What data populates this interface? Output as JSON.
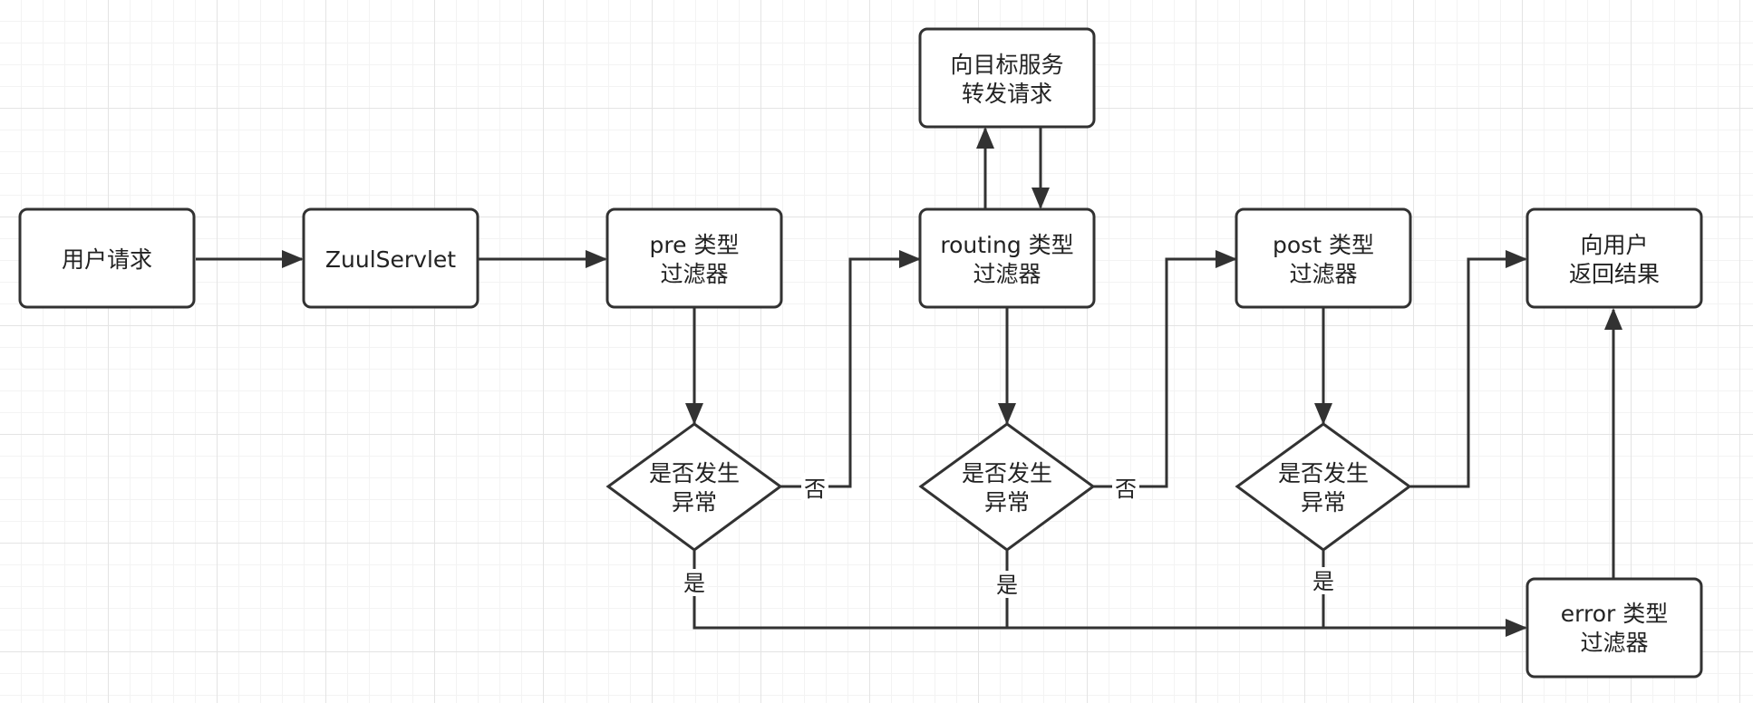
{
  "nodes": {
    "user_request": {
      "lines": [
        "用户请求"
      ]
    },
    "zuul_servlet": {
      "lines": [
        "ZuulServlet"
      ]
    },
    "pre_filter": {
      "lines": [
        "pre 类型",
        "过滤器"
      ]
    },
    "forward_request": {
      "lines": [
        "向目标服务",
        "转发请求"
      ]
    },
    "routing_filter": {
      "lines": [
        "routing 类型",
        "过滤器"
      ]
    },
    "post_filter": {
      "lines": [
        "post 类型",
        "过滤器"
      ]
    },
    "return_result": {
      "lines": [
        "向用户",
        "返回结果"
      ]
    },
    "pre_exception": {
      "lines": [
        "是否发生",
        "异常"
      ]
    },
    "routing_exception": {
      "lines": [
        "是否发生",
        "异常"
      ]
    },
    "post_exception": {
      "lines": [
        "是否发生",
        "异常"
      ]
    },
    "error_filter": {
      "lines": [
        "error 类型",
        "过滤器"
      ]
    }
  },
  "edge_labels": {
    "pre_no": "否",
    "routing_no": "否",
    "pre_yes": "是",
    "routing_yes": "是",
    "post_yes": "是"
  }
}
